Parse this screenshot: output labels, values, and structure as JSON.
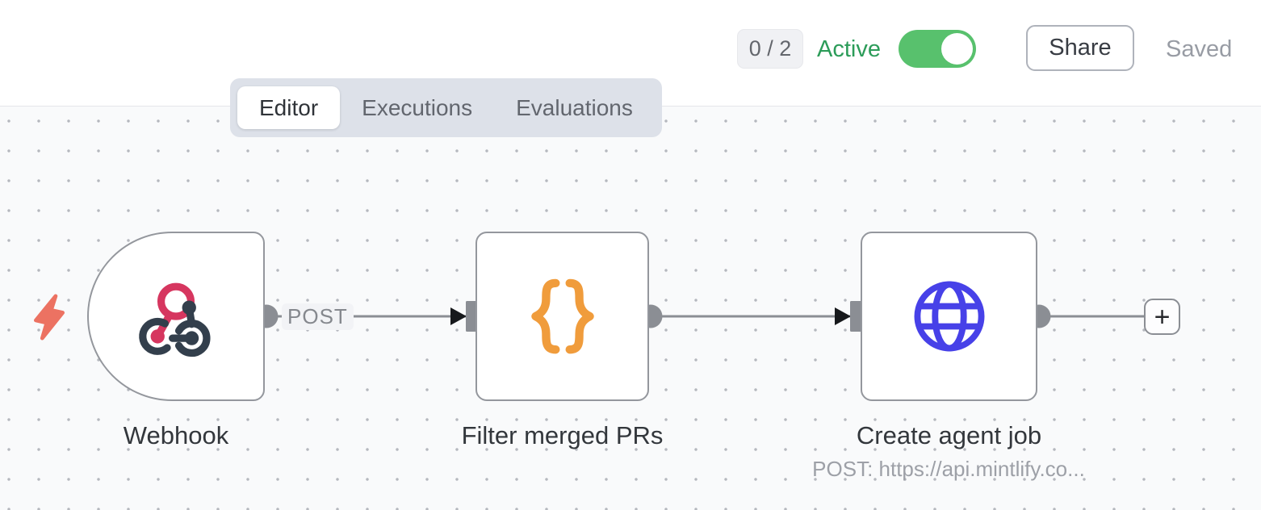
{
  "header": {
    "issues_badge": "0 / 2",
    "active_label": "Active",
    "active_state": "on",
    "share_button": "Share",
    "saved_status": "Saved"
  },
  "tabs": {
    "items": [
      {
        "label": "Editor",
        "active": true
      },
      {
        "label": "Executions",
        "active": false
      },
      {
        "label": "Evaluations",
        "active": false
      }
    ]
  },
  "canvas": {
    "nodes": [
      {
        "name": "Webhook",
        "type": "webhook-trigger",
        "icon": "webhook-icon",
        "subtitle": ""
      },
      {
        "name": "Filter merged PRs",
        "type": "code-filter",
        "icon": "curly-braces-icon",
        "subtitle": ""
      },
      {
        "name": "Create agent job",
        "type": "http-request",
        "icon": "globe-icon",
        "subtitle": "POST: https://api.mintlify.co..."
      }
    ],
    "edges": [
      {
        "from": "Webhook",
        "to": "Filter merged PRs",
        "label": "POST"
      },
      {
        "from": "Filter merged PRs",
        "to": "Create agent job",
        "label": ""
      }
    ],
    "add_node_button": "+"
  },
  "colors": {
    "toggle_green": "#58c16d",
    "active_text_green": "#2c9c59",
    "node_border_gray": "#94979d",
    "edge_gray": "#8b8e94",
    "arrowhead_black": "#17191c",
    "webhook_pink": "#d6365f",
    "webhook_dark": "#333f4c",
    "braces_orange": "#f09c3c",
    "globe_blue": "#4741e8",
    "bolt_coral": "#ec7262",
    "canvas_bg": "#f9fafb",
    "tabbar_bg": "#dde1e9"
  }
}
